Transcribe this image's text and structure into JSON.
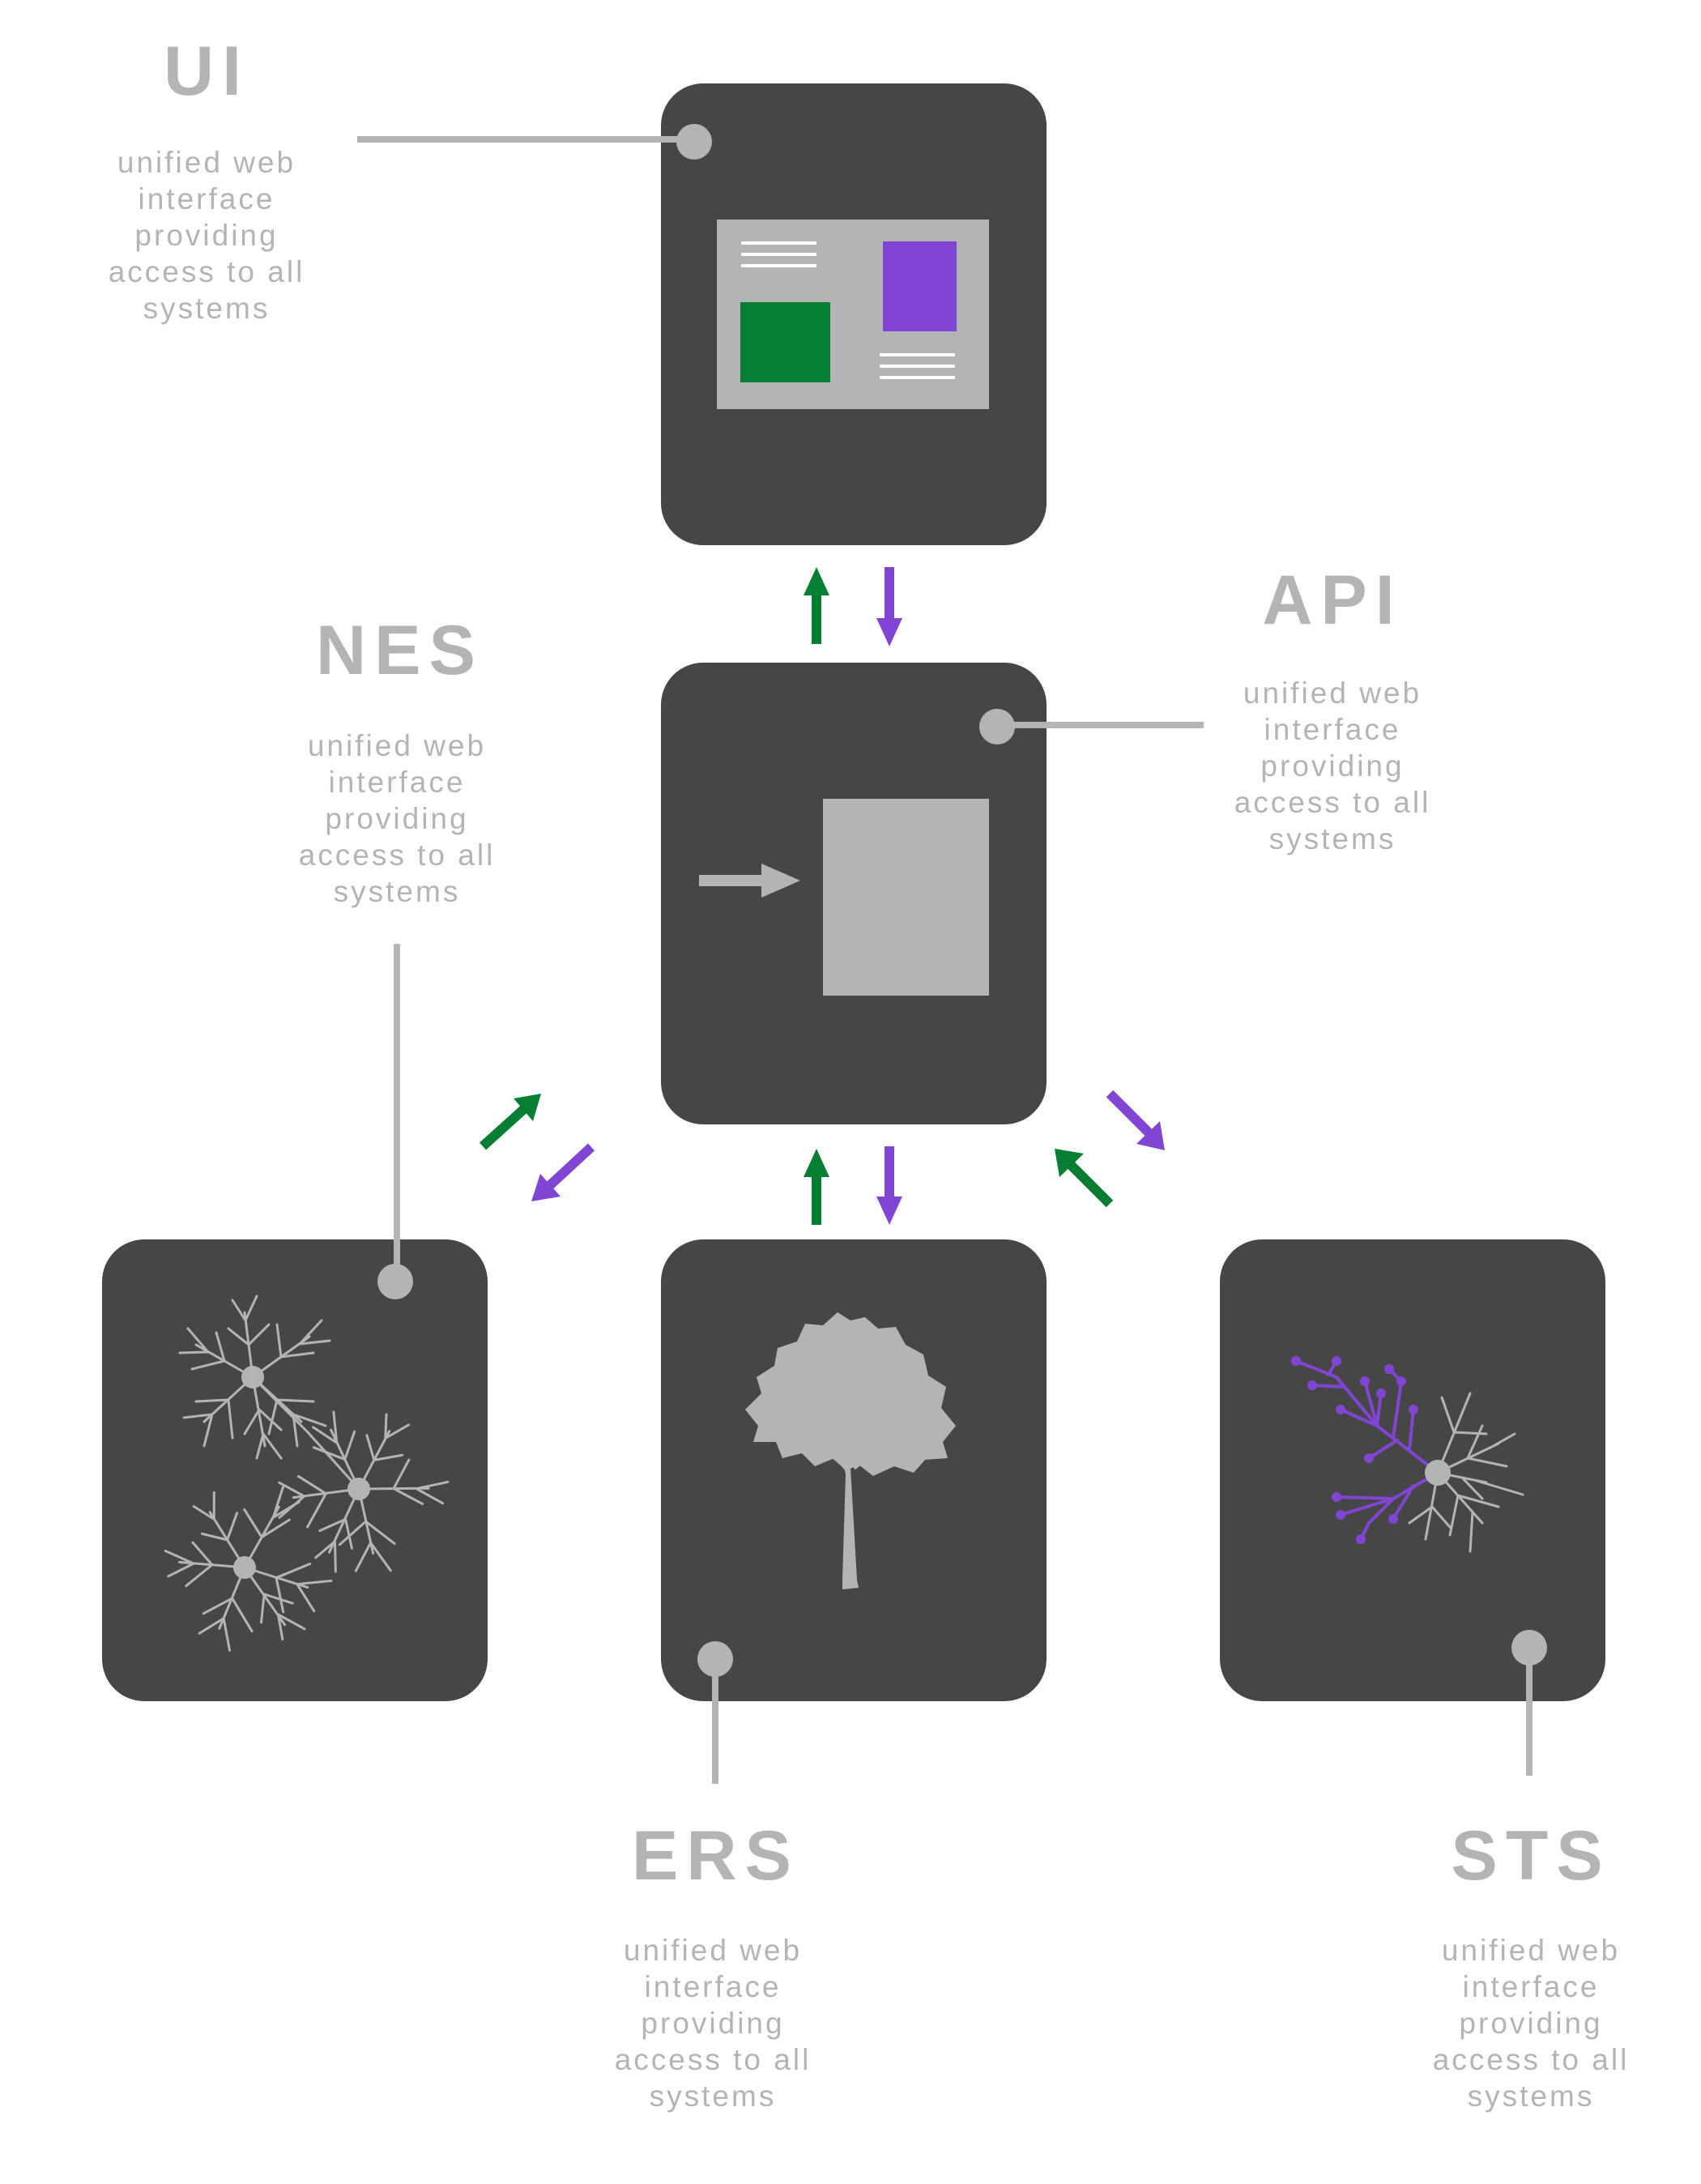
{
  "diagram": {
    "nodes": [
      {
        "id": "ui",
        "title": "UI",
        "desc": [
          "unified web",
          "interface",
          "providing",
          "access to all",
          "systems"
        ]
      },
      {
        "id": "api",
        "title": "API",
        "desc": [
          "unified web",
          "interface",
          "providing",
          "access to all",
          "systems"
        ]
      },
      {
        "id": "nes",
        "title": "NES",
        "desc": [
          "unified web",
          "interface",
          "providing",
          "access to all",
          "systems"
        ]
      },
      {
        "id": "ers",
        "title": "ERS",
        "desc": [
          "unified web",
          "interface",
          "providing",
          "access to all",
          "systems"
        ]
      },
      {
        "id": "sts",
        "title": "STS",
        "desc": [
          "unified web",
          "interface",
          "providing",
          "access to all",
          "systems"
        ]
      }
    ],
    "links": [
      {
        "from": "api",
        "to": "ui"
      },
      {
        "from": "nes",
        "to": "api"
      },
      {
        "from": "ers",
        "to": "api"
      },
      {
        "from": "sts",
        "to": "api"
      }
    ],
    "colors": {
      "panel": "#464646",
      "muted": "#b4b4b4",
      "up_arrow": "#067e33",
      "down_arrow": "#8046d3",
      "ui_green_tile": "#067e33",
      "ui_purple_tile": "#8046d3"
    },
    "icons": {
      "ui": "web-dashboard-icon",
      "api": "api-input-icon",
      "nes": "neurons-icon",
      "ers": "tree-icon",
      "sts": "neuron-highlight-icon"
    }
  }
}
